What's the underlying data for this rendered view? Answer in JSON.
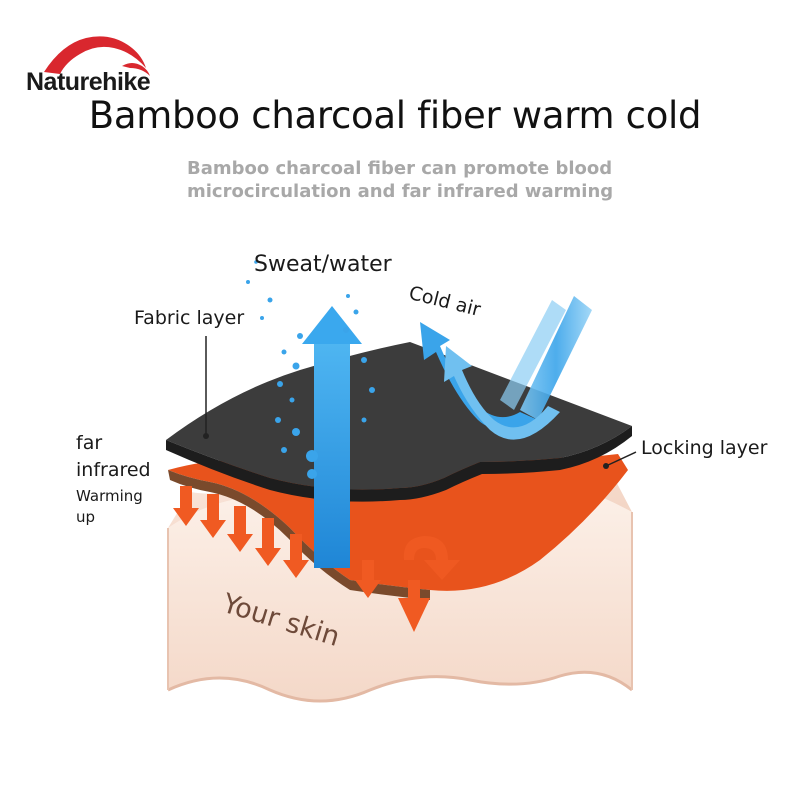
{
  "brand": {
    "name": "Naturehike",
    "arc_color": "#d9272e"
  },
  "header": {
    "title": "Bamboo charcoal fiber warm cold",
    "subtitle_lines": [
      "Bamboo charcoal fiber can promote blood",
      "microcirculation and far infrared warming"
    ]
  },
  "labels": {
    "sweat": "Sweat/water",
    "cold_air": "Cold air",
    "fabric_layer": "Fabric layer",
    "locking_layer": "Locking layer",
    "far_infrared_lines": [
      "far",
      "infrared"
    ],
    "warming_lines": [
      "Warming",
      "up"
    ],
    "skin": "Your skin"
  },
  "colors": {
    "fabric": "#3a3a3a",
    "locking": "#e8531c",
    "warm_arrow": "#f05a22",
    "water": "#2a9ee8",
    "skin": "#f6ddd0"
  }
}
